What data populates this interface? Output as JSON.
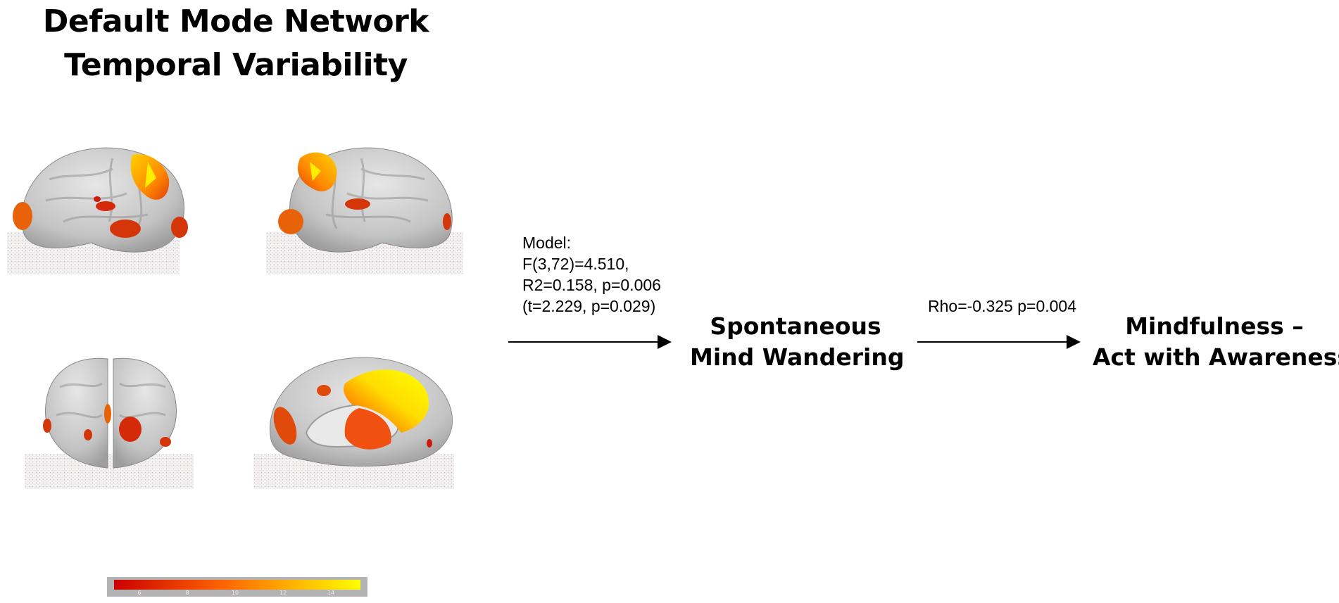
{
  "title": {
    "line1": "Default Mode Network",
    "line2": "Temporal Variability"
  },
  "model_stats": {
    "line1": "Model:",
    "line2": "F(3,72)=4.510,",
    "line3": "R2=0.158, p=0.006",
    "line4": "(t=2.229, p=0.029)"
  },
  "correlation": {
    "label": "Rho=-0.325 p=0.004"
  },
  "nodes": {
    "mediator": {
      "line1": "Spontaneous",
      "line2": "Mind Wandering"
    },
    "outcome": {
      "line1": "Mindfulness –",
      "line2": "Act with Awareness"
    }
  },
  "brain_views": [
    "left-lateral",
    "right-lateral",
    "posterior",
    "medial"
  ],
  "colorbar": {
    "ticks": [
      "6",
      "8",
      "10",
      "12",
      "14"
    ],
    "colors": {
      "low": "#cc0000",
      "mid": "#ff6600",
      "high": "#ffff00"
    }
  },
  "colors": {
    "brain": "#cfcfcf",
    "activation_low": "#d42a0a",
    "activation_high": "#ffee00"
  }
}
